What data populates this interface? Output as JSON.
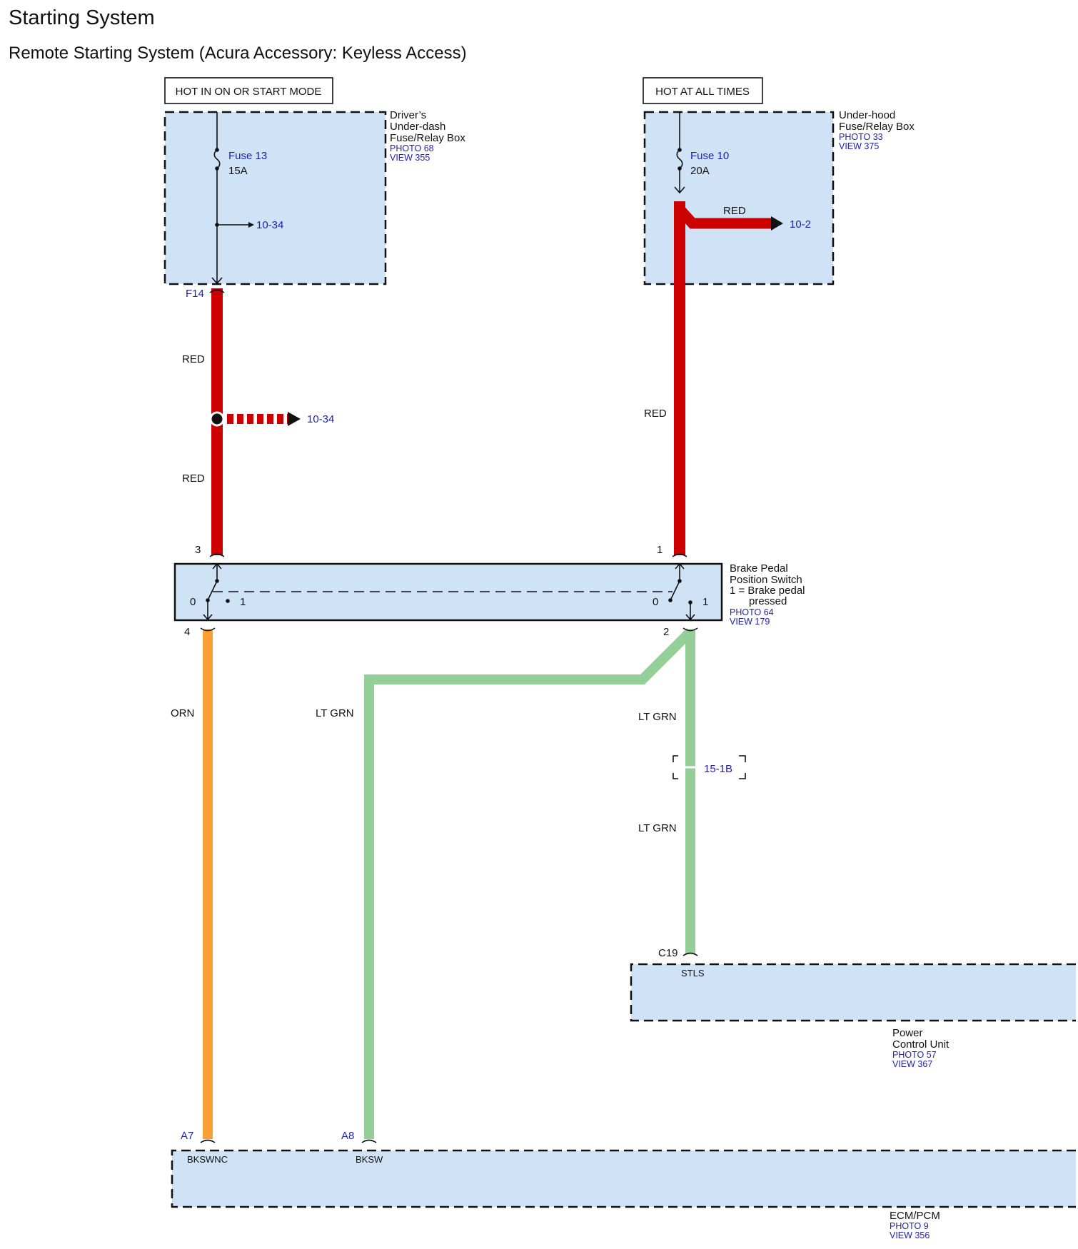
{
  "page": {
    "title": "Starting System",
    "subtitle": "Remote Starting System (Acura Accessory: Keyless Access)"
  },
  "power_sources": {
    "left": "HOT IN ON OR START MODE",
    "right": "HOT AT ALL TIMES"
  },
  "components": {
    "driver_box": {
      "line1": "Driver’s",
      "line2": "Under-dash",
      "line3": "Fuse/Relay Box",
      "photo": "PHOTO 68",
      "view": "VIEW 355"
    },
    "underhood_box": {
      "line1": "Under-hood",
      "line2": "Fuse/Relay Box",
      "photo": "PHOTO 33",
      "view": "VIEW 375"
    },
    "brake_switch": {
      "line1": "Brake Pedal",
      "line2": "Position Switch",
      "line3": "1 = Brake pedal",
      "line4": "pressed",
      "photo": "PHOTO 64",
      "view": "VIEW 179"
    },
    "pcu": {
      "line1": "Power",
      "line2": "Control Unit",
      "photo": "PHOTO 57",
      "view": "VIEW 367"
    },
    "ecm": {
      "line1": "ECM/PCM",
      "photo": "PHOTO 9",
      "view": "VIEW 356"
    }
  },
  "fuses": {
    "fuse13": {
      "name": "Fuse 13",
      "rating": "15A"
    },
    "fuse10": {
      "name": "Fuse 10",
      "rating": "20A"
    }
  },
  "refs": {
    "driver_internal": "10-34",
    "splice": "10-34",
    "underhood_internal": "10-2",
    "connector_c": "15-1B"
  },
  "terminals": {
    "f14": "F14",
    "sw3": "3",
    "sw1": "1",
    "sw4": "4",
    "sw2": "2",
    "c19": "C19",
    "a7": "A7",
    "a8": "A8"
  },
  "switch_positions": {
    "off": "0",
    "on": "1"
  },
  "pins": {
    "stls": "STLS",
    "bkswnc": "BKSWNC",
    "bksw": "BKSW"
  },
  "wires": {
    "red_upper_left": "RED",
    "red_lower_left": "RED",
    "red_internal_right": "RED",
    "red_right": "RED",
    "orn": "ORN",
    "ltgrn_left": "LT GRN",
    "ltgrn_right_upper": "LT GRN",
    "ltgrn_right_lower": "LT GRN"
  },
  "colors": {
    "red": "#cc0000",
    "orange": "#f99e32",
    "lt_green": "#94cf97",
    "box_fill": "#cfe2f6",
    "ref_blue": "#1f1fa8"
  }
}
